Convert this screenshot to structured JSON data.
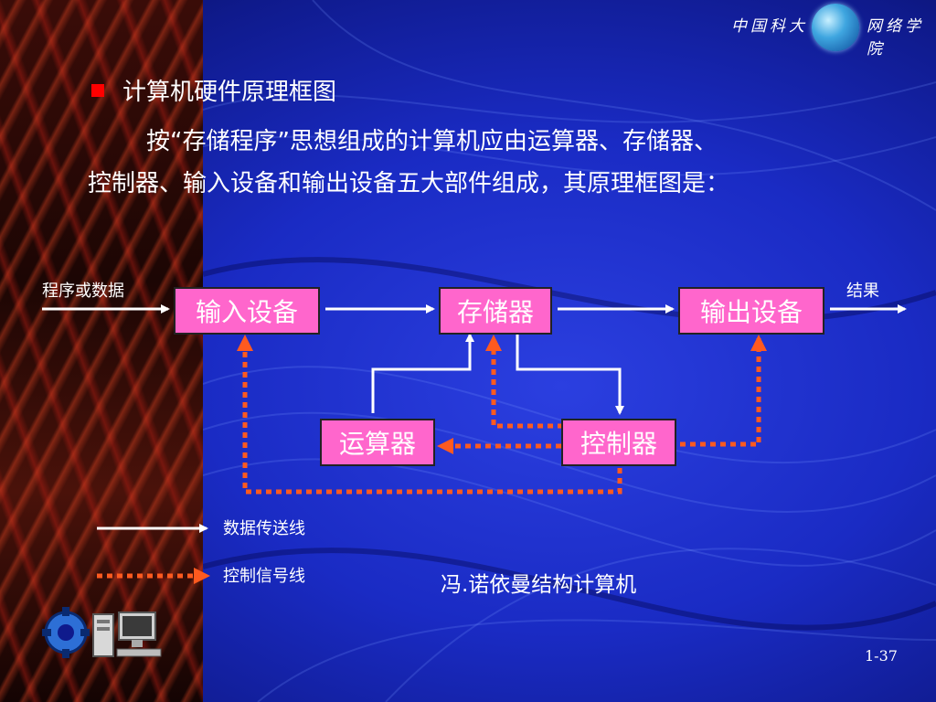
{
  "header": {
    "left_text": "中国科大",
    "right_text": "网络学院"
  },
  "slide": {
    "title": "计算机硬件原理框图",
    "paragraph_line1": "按“存储程序”思想组成的计算机应由运算器、存储器、",
    "paragraph_line2": "控制器、输入设备和输出设备五大部件组成，其原理框图是：",
    "page_number": "1-37"
  },
  "diagram": {
    "input_label": "程序或数据",
    "output_label": "结果",
    "boxes": {
      "input": "输入设备",
      "memory": "存储器",
      "output": "输出设备",
      "alu": "运算器",
      "control": "控制器"
    }
  },
  "legend": {
    "data_line": "数据传送线",
    "control_line": "控制信号线"
  },
  "caption": "冯.诺依曼结构计算机",
  "colors": {
    "bullet": "#ff0000",
    "box_fill": "#ff66cc",
    "data_line": "#ffffff",
    "control_line": "#ff5a1f",
    "background": "#1a2bc4"
  }
}
